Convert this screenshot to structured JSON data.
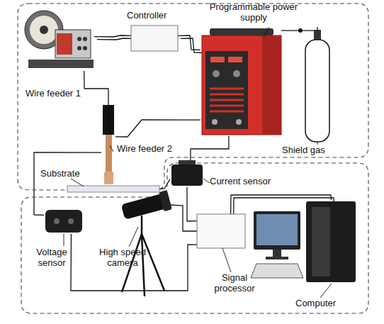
{
  "diagram": {
    "nodes": [
      {
        "text": [
          "Wire feeder 1"
        ]
      },
      {
        "text": [
          "Controller"
        ]
      },
      {
        "text": [
          "Programmable power supply"
        ]
      },
      {
        "text": [
          "Shield gas"
        ]
      },
      {
        "text": [
          "Wire feeder 2"
        ]
      },
      {
        "text": [
          "Substrate"
        ]
      },
      {
        "text": [
          "Current sensor"
        ]
      },
      {
        "text": [
          "Voltage sensor"
        ]
      },
      {
        "text": [
          "High speed camera"
        ]
      },
      {
        "text": [
          "Signal processor"
        ]
      },
      {
        "text": [
          "Computer"
        ]
      }
    ],
    "edges": [
      {
        "from": 0,
        "to": 1,
        "arrow": "none"
      },
      {
        "from": 1,
        "to": 2,
        "arrow": "none"
      },
      {
        "from": 2,
        "to": 3,
        "arrow": "none"
      },
      {
        "from": 0,
        "to": 4,
        "arrow": "none"
      },
      {
        "from": 2,
        "to": 4,
        "arrow": "none"
      },
      {
        "from": 2,
        "to": 6,
        "arrow": "none"
      },
      {
        "from": 6,
        "to": 5,
        "arrow": "none"
      },
      {
        "from": 6,
        "to": 9,
        "arrow": "none"
      },
      {
        "from": 7,
        "to": 4,
        "arrow": "none"
      },
      {
        "from": 7,
        "to": 9,
        "arrow": "none"
      },
      {
        "from": 8,
        "to": 9,
        "arrow": "none"
      },
      {
        "from": 9,
        "to": 10,
        "arrow": "none"
      }
    ]
  }
}
